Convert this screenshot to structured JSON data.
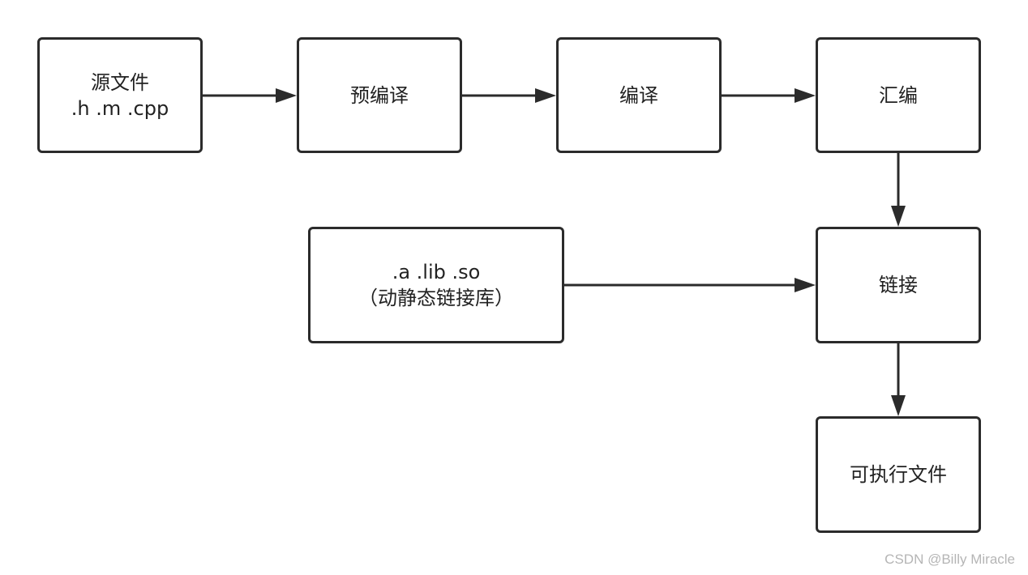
{
  "nodes": {
    "source": {
      "line1": "源文件",
      "line2": ".h .m .cpp"
    },
    "preproc": {
      "label": "预编译"
    },
    "compile": {
      "label": "编译"
    },
    "assemble": {
      "label": "汇编"
    },
    "libs": {
      "line1": ".a .lib .so",
      "line2": "（动静态链接库）"
    },
    "link": {
      "label": "链接"
    },
    "exec": {
      "label": "可执行文件"
    }
  },
  "edges": [
    {
      "from": "source",
      "to": "preproc"
    },
    {
      "from": "preproc",
      "to": "compile"
    },
    {
      "from": "compile",
      "to": "assemble"
    },
    {
      "from": "assemble",
      "to": "link"
    },
    {
      "from": "libs",
      "to": "link"
    },
    {
      "from": "link",
      "to": "exec"
    }
  ],
  "colors": {
    "stroke": "#2b2b2b",
    "text": "#222222",
    "watermark": "#b5b5b5"
  },
  "watermark": "CSDN @Billy Miracle"
}
